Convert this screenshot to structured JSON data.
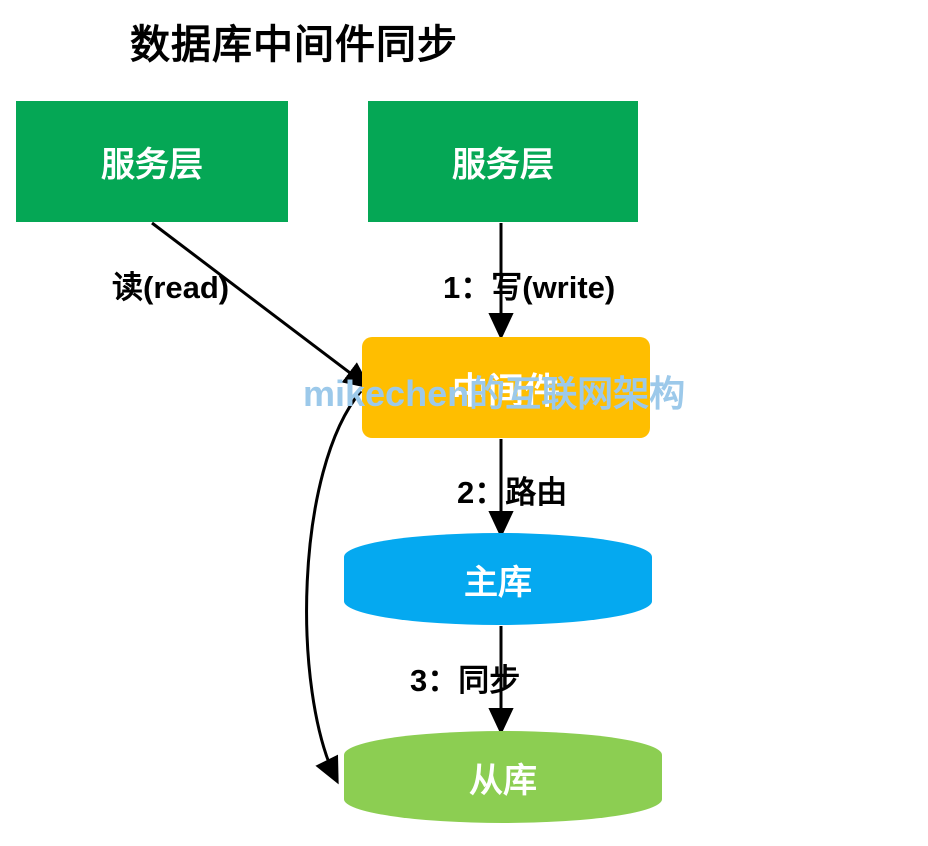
{
  "diagram": {
    "title": "数据库中间件同步",
    "watermark": "mikechen的互联网架构",
    "nodes": {
      "service_left": {
        "label": "服务层",
        "color": "#05A755",
        "shape": "rect"
      },
      "service_right": {
        "label": "服务层",
        "color": "#05A755",
        "shape": "rect"
      },
      "middleware": {
        "label": "中间件",
        "color": "#FFBE00",
        "shape": "rounded-rect"
      },
      "master_db": {
        "label": "主库",
        "color": "#05A9F0",
        "shape": "cylinder"
      },
      "slave_db": {
        "label": "从库",
        "color": "#8CCE52",
        "shape": "cylinder"
      }
    },
    "edges": {
      "read": {
        "label": "读(read)",
        "from": "service_left",
        "to": "middleware"
      },
      "write": {
        "label": "1：写(write)",
        "from": "service_right",
        "to": "middleware"
      },
      "route": {
        "label": "2：路由",
        "from": "middleware",
        "to": "master_db"
      },
      "sync": {
        "label": "3：同步",
        "from": "master_db",
        "to": "slave_db"
      },
      "read_return": {
        "label": "",
        "from": "middleware",
        "to": "slave_db"
      }
    }
  }
}
